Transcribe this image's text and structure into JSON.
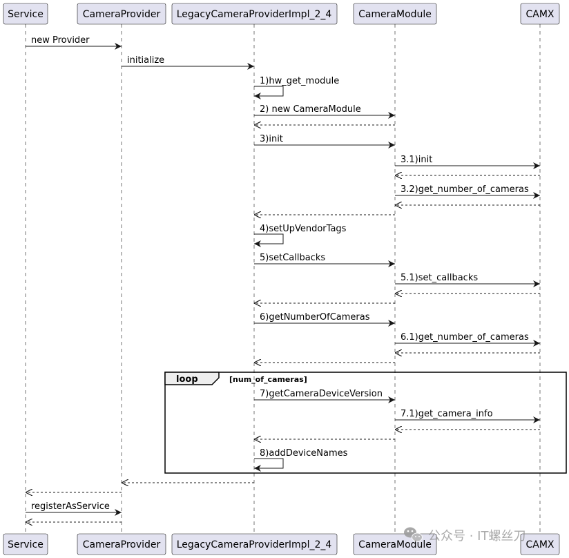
{
  "participants": [
    {
      "id": "service",
      "name": "Service"
    },
    {
      "id": "provider",
      "name": "CameraProvider"
    },
    {
      "id": "legacy",
      "name": "LegacyCameraProviderImpl_2_4"
    },
    {
      "id": "module",
      "name": "CameraModule"
    },
    {
      "id": "camx",
      "name": "CAMX"
    }
  ],
  "messages": [
    {
      "from": "service",
      "to": "provider",
      "label": "new Provider",
      "style": "solid"
    },
    {
      "from": "provider",
      "to": "legacy",
      "label": "initialize",
      "style": "solid"
    },
    {
      "from": "legacy",
      "to": "legacy",
      "label": "1)hw_get_module",
      "style": "self"
    },
    {
      "from": "legacy",
      "to": "module",
      "label": "2) new CameraModule",
      "style": "solid"
    },
    {
      "from": "module",
      "to": "legacy",
      "label": "",
      "style": "dashed"
    },
    {
      "from": "legacy",
      "to": "module",
      "label": "3)init",
      "style": "solid"
    },
    {
      "from": "module",
      "to": "camx",
      "label": "3.1)init",
      "style": "solid"
    },
    {
      "from": "camx",
      "to": "module",
      "label": "",
      "style": "dashed"
    },
    {
      "from": "module",
      "to": "camx",
      "label": "3.2)get_number_of_cameras",
      "style": "solid"
    },
    {
      "from": "camx",
      "to": "module",
      "label": "",
      "style": "dashed"
    },
    {
      "from": "module",
      "to": "legacy",
      "label": "",
      "style": "dashed"
    },
    {
      "from": "legacy",
      "to": "legacy",
      "label": "4)setUpVendorTags",
      "style": "self"
    },
    {
      "from": "legacy",
      "to": "module",
      "label": "5)setCallbacks",
      "style": "solid"
    },
    {
      "from": "module",
      "to": "camx",
      "label": "5.1)set_callbacks",
      "style": "solid"
    },
    {
      "from": "camx",
      "to": "module",
      "label": "",
      "style": "dashed"
    },
    {
      "from": "module",
      "to": "legacy",
      "label": "",
      "style": "dashed"
    },
    {
      "from": "legacy",
      "to": "module",
      "label": "6)getNumberOfCameras",
      "style": "solid"
    },
    {
      "from": "module",
      "to": "camx",
      "label": "6.1)get_number_of_cameras",
      "style": "solid"
    },
    {
      "from": "camx",
      "to": "module",
      "label": "",
      "style": "dashed"
    },
    {
      "from": "module",
      "to": "legacy",
      "label": "",
      "style": "dashed"
    },
    {
      "from": "legacy",
      "to": "module",
      "label": "7)getCameraDeviceVersion",
      "style": "solid"
    },
    {
      "from": "module",
      "to": "camx",
      "label": "7.1)get_camera_info",
      "style": "solid"
    },
    {
      "from": "camx",
      "to": "module",
      "label": "",
      "style": "dashed"
    },
    {
      "from": "module",
      "to": "legacy",
      "label": "",
      "style": "dashed"
    },
    {
      "from": "legacy",
      "to": "legacy",
      "label": "8)addDeviceNames",
      "style": "self"
    },
    {
      "from": "legacy",
      "to": "provider",
      "label": "",
      "style": "dashed"
    },
    {
      "from": "provider",
      "to": "service",
      "label": "",
      "style": "dashed"
    },
    {
      "from": "service",
      "to": "provider",
      "label": "registerAsService",
      "style": "solid"
    },
    {
      "from": "provider",
      "to": "service",
      "label": "",
      "style": "dashed"
    }
  ],
  "loop": {
    "title": "loop",
    "condition": "[num_of_cameras]",
    "first_message": 20,
    "last_message": 24
  },
  "watermark": {
    "text": "公众号 · IT螺丝刀",
    "icon": "wechat-icon"
  },
  "colors": {
    "participant_fill": "#e2e2f0",
    "line": "#181818",
    "frame_tab": "#eeeeee"
  }
}
